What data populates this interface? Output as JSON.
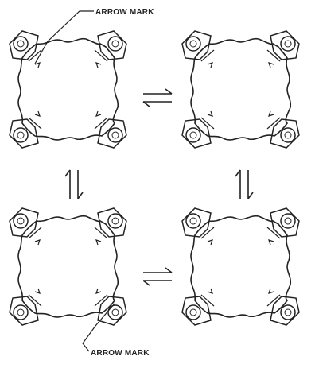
{
  "callouts": {
    "top": "ARROW MARK",
    "bottom": "ARROW MARK"
  },
  "diagram": {
    "panels": [
      "top-left",
      "top-right",
      "bottom-left",
      "bottom-right"
    ],
    "connections": [
      {
        "from": "top-left",
        "to": "top-right",
        "direction": "horizontal"
      },
      {
        "from": "top-left",
        "to": "bottom-left",
        "direction": "vertical"
      },
      {
        "from": "top-right",
        "to": "bottom-right",
        "direction": "vertical"
      },
      {
        "from": "bottom-left",
        "to": "bottom-right",
        "direction": "horizontal"
      }
    ]
  },
  "colors": {
    "ink": "#222222",
    "background": "#ffffff"
  }
}
